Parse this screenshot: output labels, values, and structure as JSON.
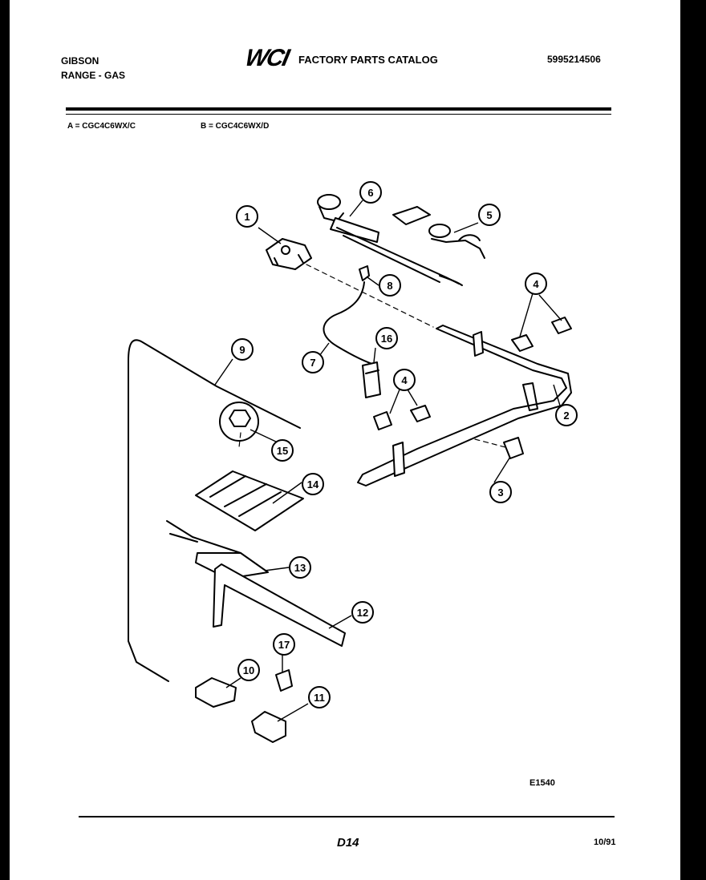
{
  "header": {
    "brand": "GIBSON",
    "product": "RANGE - GAS",
    "logo": "WCI",
    "catalog_title": "FACTORY PARTS CATALOG",
    "part_number": "5995214506"
  },
  "models": {
    "a": "A = CGC4C6WX/C",
    "b": "B = CGC4C6WX/D"
  },
  "callouts": [
    "1",
    "6",
    "5",
    "8",
    "4",
    "9",
    "16",
    "7",
    "4",
    "2",
    "15",
    "3",
    "14",
    "13",
    "12",
    "17",
    "10",
    "11"
  ],
  "footer": {
    "diagram_code": "E1540",
    "page": "D14",
    "date": "10/91"
  }
}
